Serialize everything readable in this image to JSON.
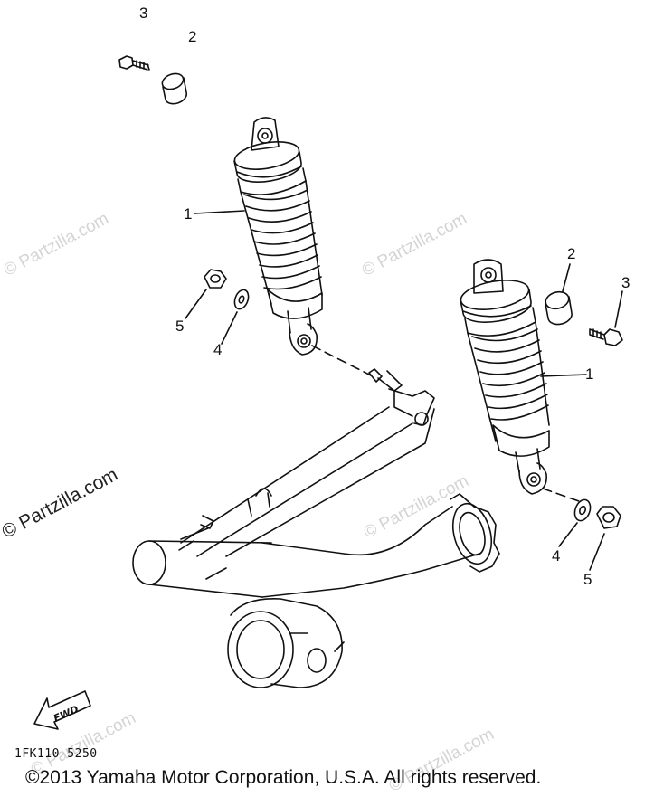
{
  "watermark_text": "© Partzilla.com",
  "callouts": {
    "left_shock": "1",
    "left_collar": "2",
    "left_bolt": "3",
    "left_washer": "4",
    "left_nut": "5",
    "right_shock": "1",
    "right_collar": "2",
    "right_bolt": "3",
    "right_washer": "4",
    "right_nut": "5"
  },
  "fwd_label": "FWD",
  "diagram_code": "1FK110-5250",
  "copyright": "©2013  Yamaha Motor Corporation, U.S.A. All rights reserved."
}
